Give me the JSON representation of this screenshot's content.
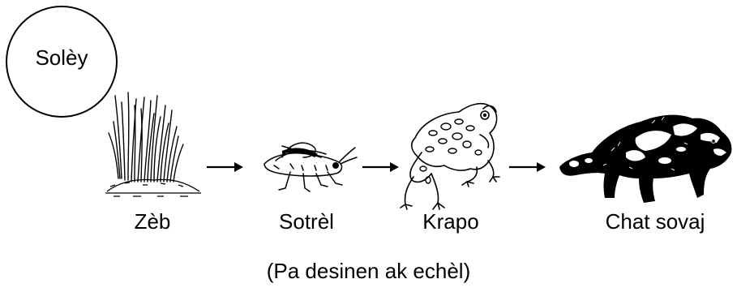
{
  "sun": {
    "label": "Solèy"
  },
  "chain": [
    {
      "name": "Zèb",
      "icon": "grass-icon"
    },
    {
      "name": "Sotrèl",
      "icon": "grasshopper-icon"
    },
    {
      "name": "Krapo",
      "icon": "frog-icon"
    },
    {
      "name": "Chat sovaj",
      "icon": "raccoon-icon"
    }
  ],
  "caption": "(Pa desinen ak echèl)"
}
